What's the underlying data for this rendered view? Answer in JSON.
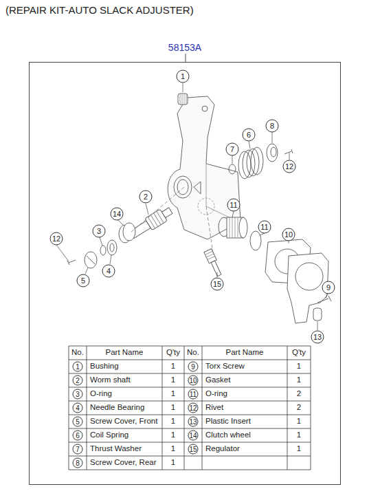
{
  "diagram": {
    "title": "(REPAIR KIT-AUTO SLACK ADJUSTER)",
    "nodes": [
      {
        "text": [
          "58153A"
        ]
      }
    ],
    "labels": [
      "1",
      "8",
      "6",
      "7",
      "12",
      "2",
      "11",
      "14",
      "3",
      "11",
      "10",
      "12",
      "5",
      "4",
      "9",
      "15",
      "13",
      "No.",
      "Part Name",
      "Q'ty",
      "No.",
      "Part Name",
      "Q'ty",
      "1",
      "Bushing",
      "1",
      "9",
      "Torx Screw",
      "1",
      "2",
      "Worm shaft",
      "1",
      "10",
      "Gasket",
      "1",
      "3",
      "O-ring",
      "1",
      "11",
      "O-ring",
      "2",
      "4",
      "Needle Bearing",
      "1",
      "12",
      "Rivet",
      "2",
      "5",
      "Screw Cover, Front",
      "1",
      "13",
      "Plastic Insert",
      "1",
      "6",
      "Coil Spring",
      "1",
      "14",
      "Clutch wheel",
      "1",
      "7",
      "Thrust Washer",
      "1",
      "15",
      "Regulator",
      "1",
      "8",
      "Screw Cover, Rear",
      "1"
    ]
  }
}
